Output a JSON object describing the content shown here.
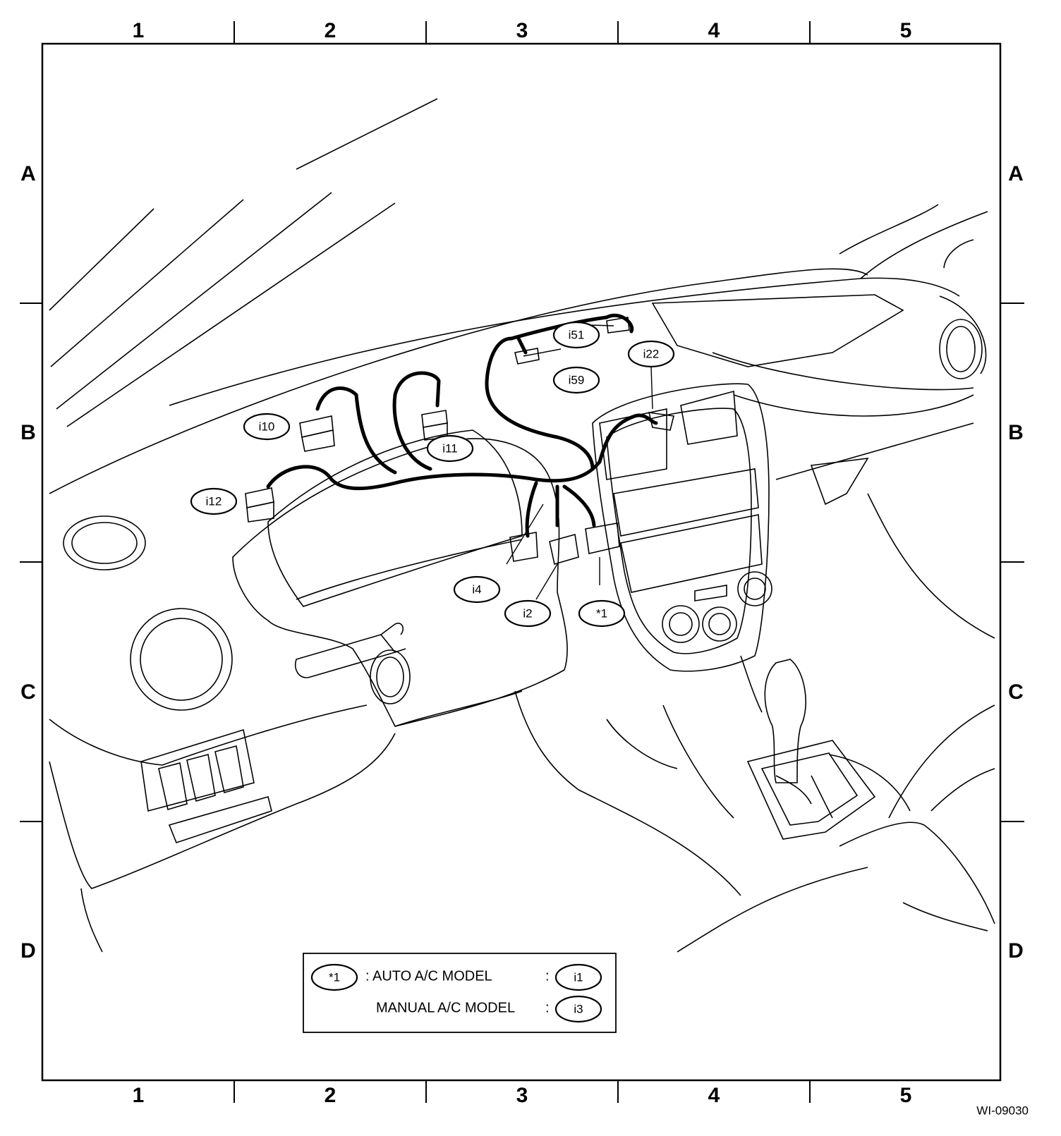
{
  "grid": {
    "columns": [
      "1",
      "2",
      "3",
      "4",
      "5"
    ],
    "rows": [
      "A",
      "B",
      "C",
      "D"
    ]
  },
  "connectors": {
    "i51": "i51",
    "i22": "i22",
    "i59": "i59",
    "i10": "i10",
    "i11": "i11",
    "i12": "i12",
    "i4": "i4",
    "i2": "i2",
    "star1": "*1"
  },
  "legend": {
    "symbol": "*1",
    "auto_label": ": AUTO A/C MODEL",
    "auto_sep": ":",
    "auto_connector": "i1",
    "manual_label": "MANUAL A/C MODEL",
    "manual_sep": ":",
    "manual_connector": "i3"
  },
  "figure_code": "WI-09030"
}
